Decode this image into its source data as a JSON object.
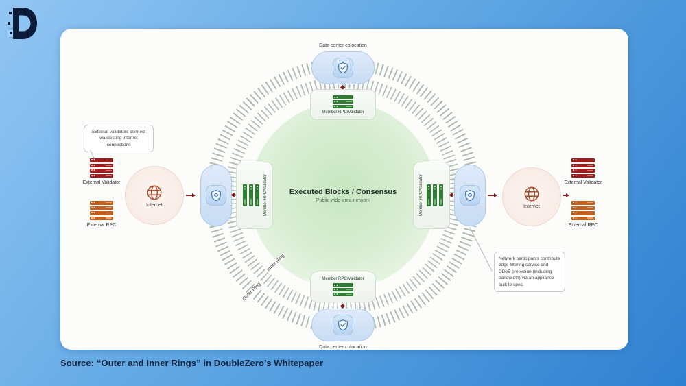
{
  "page": {
    "caption": "Source: “Outer and Inner Rings” in DoubleZero’s Whitepaper"
  },
  "diagram": {
    "center": {
      "title": "Executed Blocks / Consensus",
      "subtitle": "Public wide-area network"
    },
    "rings": {
      "inner": "Inner Ring",
      "outer": "Outer Ring"
    },
    "nodes": {
      "member": "Member RPC/Validator",
      "colocation": "Data center colocation",
      "internet": "Internet",
      "external_validator": "External Validator",
      "external_rpc": "External RPC"
    },
    "callouts": {
      "left": "External validators connect via existing internet connections",
      "right": "Network participants contribute edge filtering service and DDoS protection (including bandwidth) via an appliance built to spec."
    }
  },
  "colors": {
    "background_blue": "#3f8fd8",
    "arrow_red": "#7d1d1d",
    "member_green": "#2e7d32",
    "validator_red": "#9e1c1c",
    "rpc_orange": "#c2601d",
    "shield_blue": "#3572b8",
    "center_green": "#d7edd1"
  }
}
